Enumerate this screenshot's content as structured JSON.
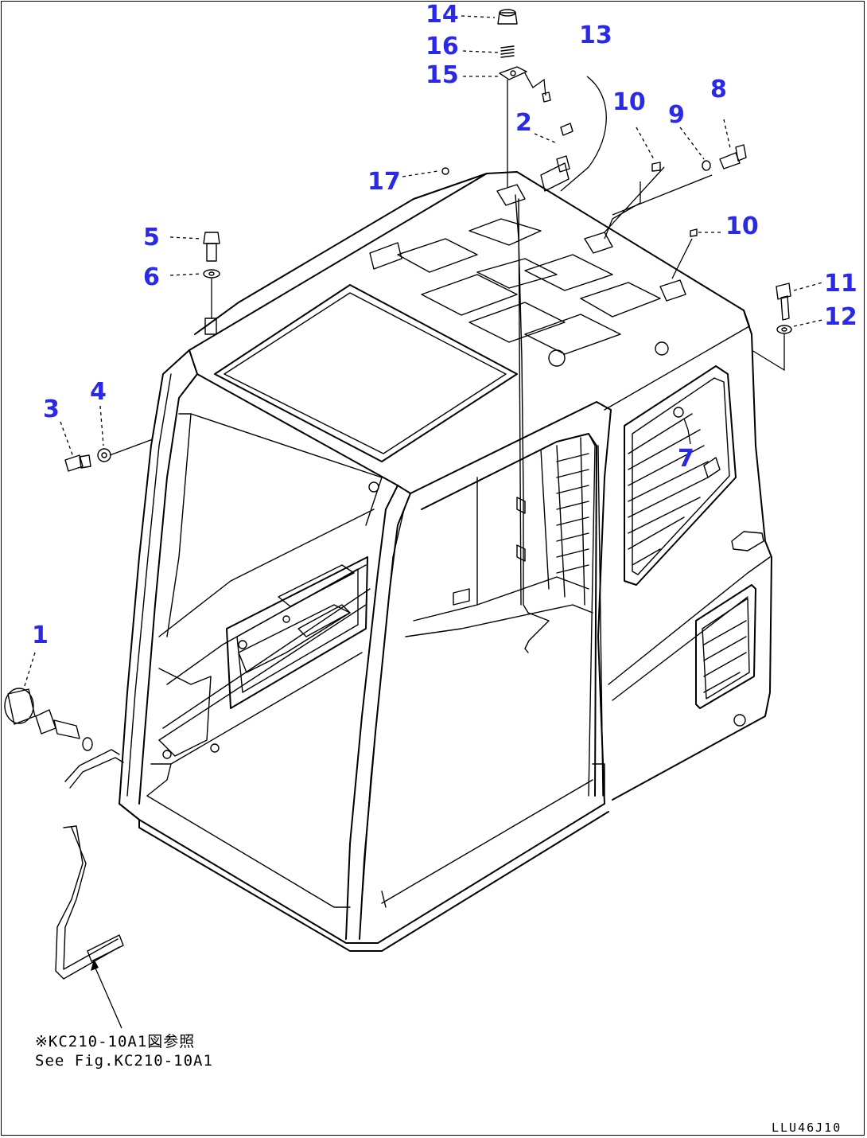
{
  "figure_code": "LLU46J10",
  "reference_note": {
    "jp": "※KC210-10A1図参照",
    "en": "See Fig.KC210-10A1"
  },
  "callouts": [
    {
      "id": "c1",
      "label": "1"
    },
    {
      "id": "c2",
      "label": "2"
    },
    {
      "id": "c3",
      "label": "3"
    },
    {
      "id": "c4",
      "label": "4"
    },
    {
      "id": "c5",
      "label": "5"
    },
    {
      "id": "c6",
      "label": "6"
    },
    {
      "id": "c7",
      "label": "7"
    },
    {
      "id": "c8",
      "label": "8"
    },
    {
      "id": "c9",
      "label": "9"
    },
    {
      "id": "c10a",
      "label": "10"
    },
    {
      "id": "c10b",
      "label": "10"
    },
    {
      "id": "c11",
      "label": "11"
    },
    {
      "id": "c12",
      "label": "12"
    },
    {
      "id": "c13",
      "label": "13"
    },
    {
      "id": "c14",
      "label": "14"
    },
    {
      "id": "c15",
      "label": "15"
    },
    {
      "id": "c16",
      "label": "16"
    },
    {
      "id": "c17",
      "label": "17"
    }
  ],
  "colors": {
    "callout": "#2a2ae6",
    "line": "#000000",
    "background": "#ffffff"
  }
}
